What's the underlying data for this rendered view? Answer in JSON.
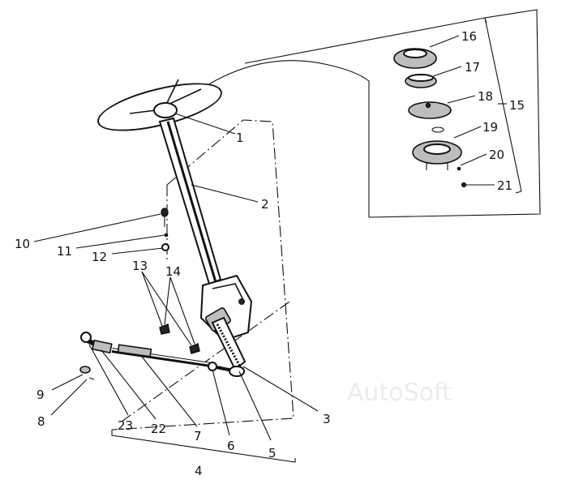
{
  "watermark": "AutoSoft",
  "callouts": {
    "c1": "1",
    "c2": "2",
    "c3": "3",
    "c4": "4",
    "c5": "5",
    "c6": "6",
    "c7": "7",
    "c8": "8",
    "c9": "9",
    "c10": "10",
    "c11": "11",
    "c12": "12",
    "c13": "13",
    "c14": "14",
    "c15": "15",
    "c16": "16",
    "c17": "17",
    "c18": "18",
    "c19": "19",
    "c20": "20",
    "c21": "21",
    "c22": "22",
    "c23": "23"
  }
}
